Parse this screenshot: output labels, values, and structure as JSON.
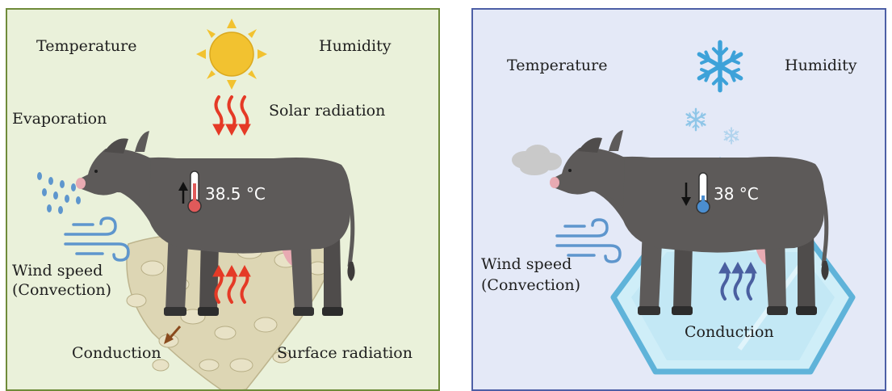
{
  "colors": {
    "hot_panel_bg": "#eaf1da",
    "hot_panel_border": "#6f8b3a",
    "cold_panel_bg": "#e4e9f7",
    "cold_panel_border": "#4d5fa6",
    "cow": "#5d5a59",
    "heat_arrow": "#e53a26",
    "cold_arrow": "#4a5fa0",
    "wind": "#5e96cd",
    "sun": "#f2c230",
    "snowflake": "#3da2d9"
  },
  "hot": {
    "temperature_label": "Temperature",
    "humidity_label": "Humidity",
    "evaporation_label": "Evaporation",
    "solar_label": "Solar radiation",
    "wind_label": "Wind speed",
    "convection_label": "(Convection)",
    "conduction_label": "Conduction",
    "surface_label": "Surface radiation",
    "body_temp": "38.5 °C",
    "icons": [
      "sun-icon",
      "heat-waves-icon",
      "rain-drops-icon",
      "wind-icon",
      "thermometer-icon",
      "up-arrow-icon",
      "gravel-ground-icon"
    ]
  },
  "cold": {
    "temperature_label": "Temperature",
    "humidity_label": "Humidity",
    "wind_label": "Wind speed",
    "convection_label": "(Convection)",
    "conduction_label": "Conduction",
    "body_temp": "38 °C",
    "icons": [
      "snowflake-icon",
      "breath-cloud-icon",
      "wind-icon",
      "thermometer-icon",
      "down-arrow-icon",
      "ice-block-icon",
      "cold-waves-icon"
    ]
  }
}
